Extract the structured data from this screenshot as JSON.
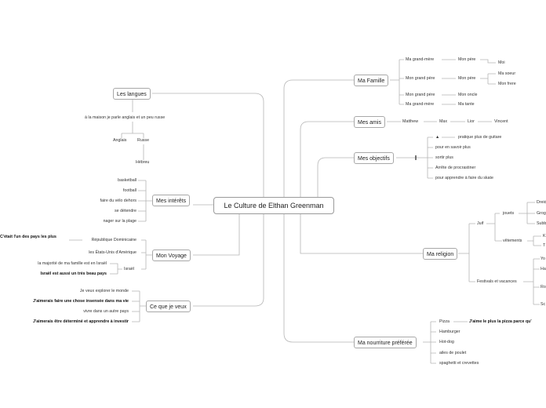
{
  "center": "Le Culture de Elthan Greenman",
  "left": {
    "langues": {
      "title": "Les langues",
      "home": "à la maison je parle anglais et un peu russe",
      "anglais": "Anglais",
      "russe": "Russe",
      "hebreu": "Hébreu"
    },
    "interets": {
      "title": "Mes intérêts",
      "items": [
        "basketball",
        "football",
        "faire du vélo dehors",
        "se détendre",
        "nager sur la plage"
      ]
    },
    "voyage": {
      "title": "Mon Voyage",
      "rd": "République Dominicaine",
      "rd_note": "C'était l'un des pays les plus",
      "usa": "les États-Unis d'Amérique",
      "israel": "Israël",
      "israel_1": "la majorité de ma famille est en Israël",
      "israel_2": "Israël est aussi un très beau pays"
    },
    "veux": {
      "title": "Ce que je veux",
      "items": [
        "Je veux explorer le monde",
        "J'aimerais faire une chose insensée dans ma vie",
        "vivre dans un autre pays",
        "J'aimerais être déterminé et apprendre à investir"
      ]
    }
  },
  "right": {
    "famille": {
      "title": "Ma Famille",
      "gm1": "Ma grand-mère",
      "pere1": "Mon père",
      "moi": "Moi",
      "gp1": "Mon grand père",
      "pere2": "Mon père",
      "soeur": "Ma soeur",
      "frere": "Mon frere",
      "gp2": "Mon grand père",
      "oncle": "Mon oncle",
      "gm2": "Ma grand-mère",
      "tante": "Ma tante"
    },
    "amis": {
      "title": "Mes amis",
      "items": [
        "Matthew",
        "Max",
        "Lior",
        "Vincent"
      ]
    },
    "objectifs": {
      "title": "Mes objectifs",
      "marker": "▲",
      "items": [
        "pratique plus de guitare",
        "pour en savoir plus",
        "sortir plus",
        "Arrête de procrastiner",
        "pour apprendre à faire du skate"
      ]
    },
    "religion": {
      "title": "Ma religion",
      "juif": "Juif",
      "jouets": "jouets",
      "jouets_items": [
        "Dreid",
        "Grog",
        "Subb"
      ],
      "vetements": "vêtements",
      "vetements_items": [
        "K",
        "T"
      ],
      "festivals": "Festivals et vacances",
      "festivals_items": [
        "Yo",
        "Ha",
        "Ro",
        "Sc"
      ]
    },
    "nourriture": {
      "title": "Ma nourriture préférée",
      "items": [
        "Pizza",
        "Hamburger",
        "Hot-dog",
        "ailes de poulet",
        "spaghetti et crevettes"
      ],
      "pizza_note": "J'aime le plus la pizza parce qu'"
    }
  }
}
